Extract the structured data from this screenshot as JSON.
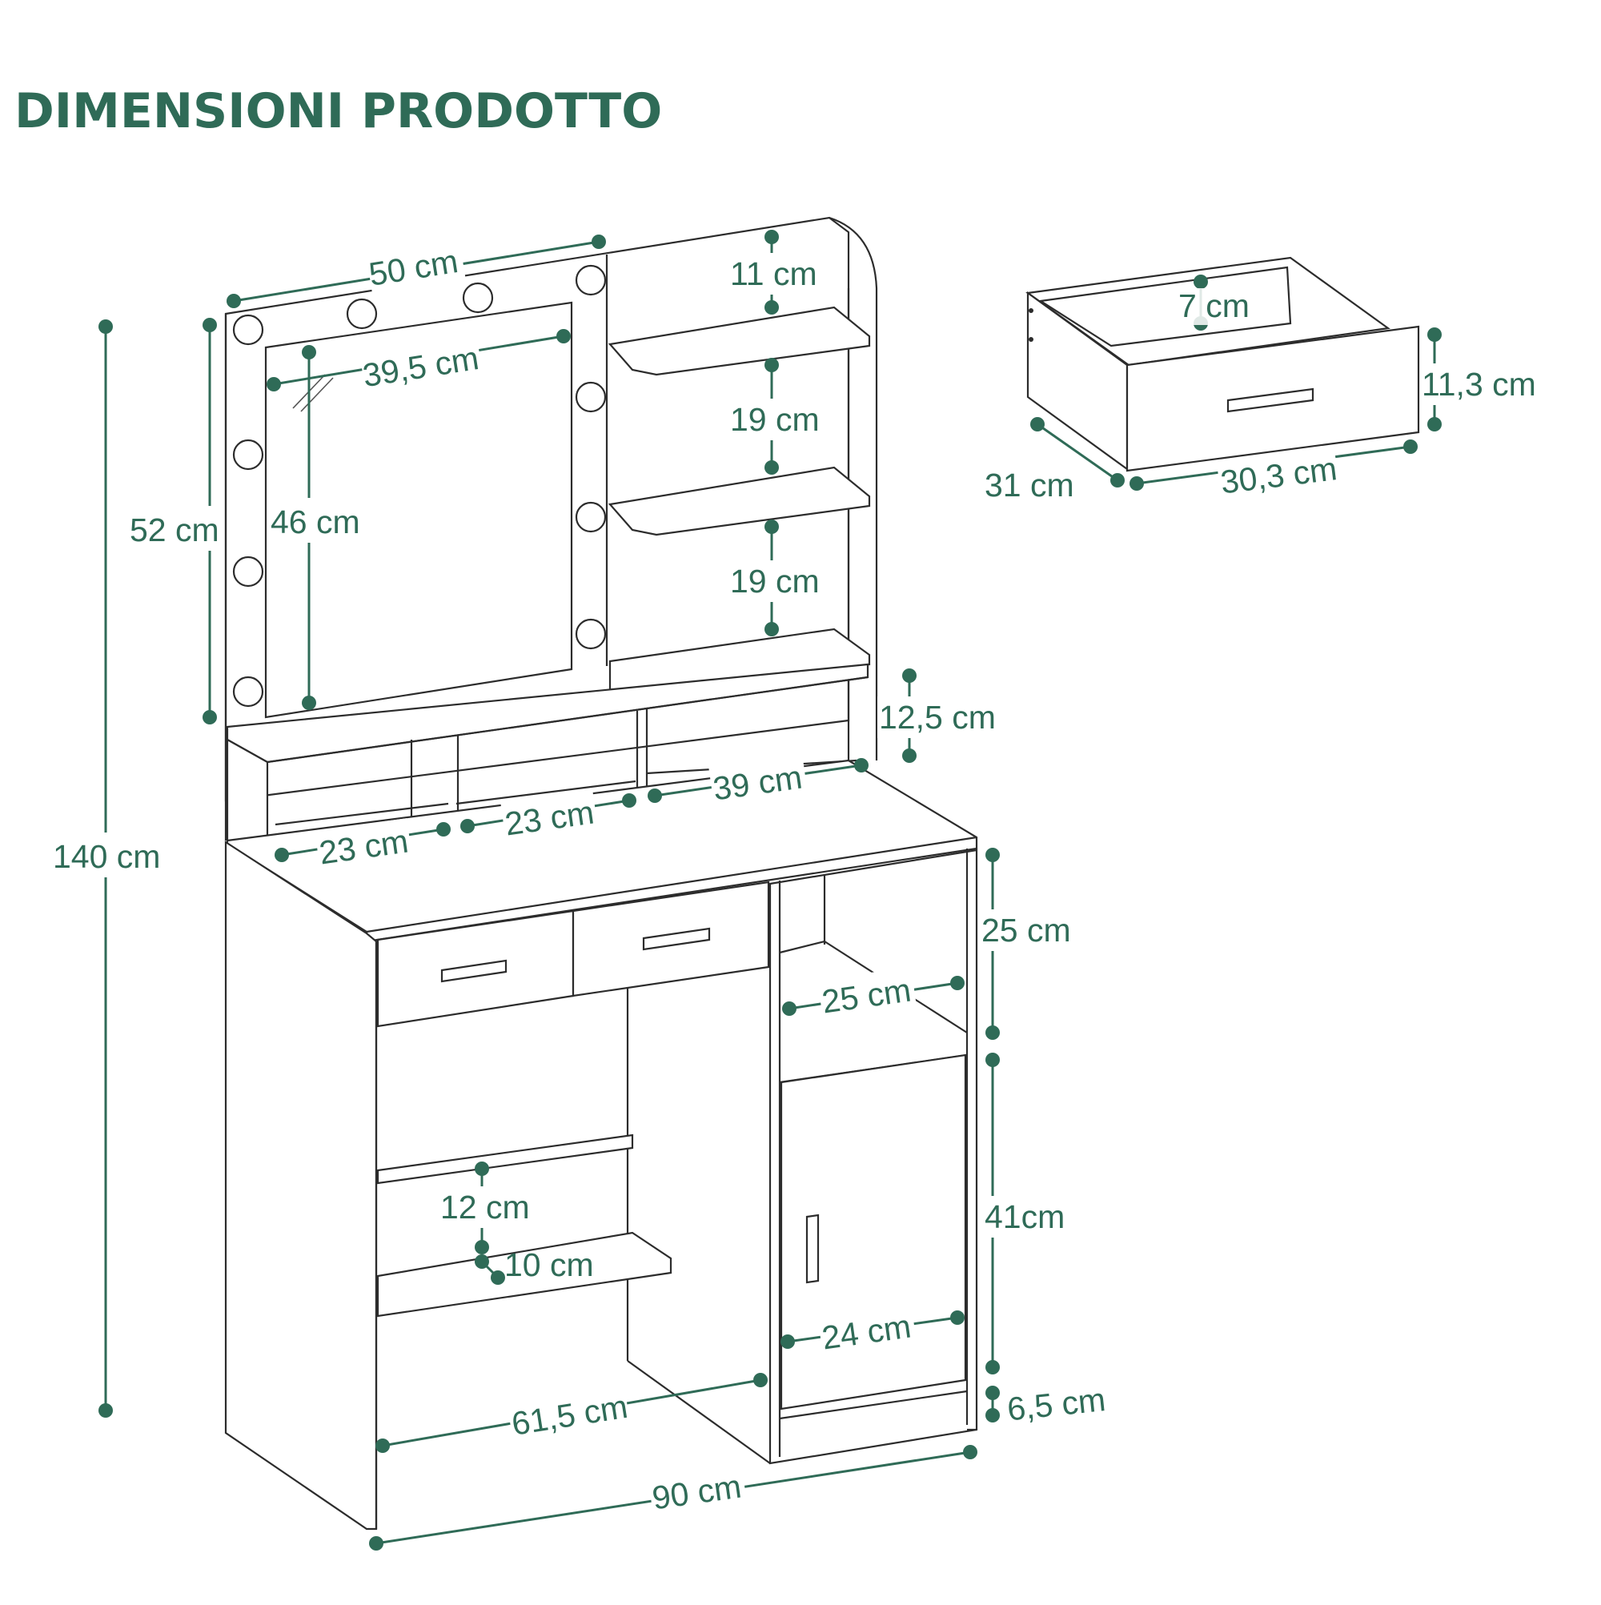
{
  "title": "DIMENSIONI PRODOTTO",
  "colors": {
    "accent": "#2f6b57",
    "outline": "#2c2c2c",
    "background": "#ffffff"
  },
  "dimensions": {
    "total_height": "140 cm",
    "upper_width": "50 cm",
    "upper_height": "52 cm",
    "mirror_width": "39,5 cm",
    "mirror_height": "46 cm",
    "top_shelf_gap": "11 cm",
    "middle_shelf_gap": "19 cm",
    "lower_shelf_gap": "19 cm",
    "cubby_height": "12,5 cm",
    "cubby_left_width": "23 cm",
    "cubby_middle_width": "23 cm",
    "cubby_right_width": "39 cm",
    "side_open_height": "25 cm",
    "side_open_width": "25 cm",
    "cabinet_height": "41cm",
    "cabinet_width": "24 cm",
    "base_height": "6,5 cm",
    "inner_shelf_height": "12 cm",
    "inner_shelf_depth": "10 cm",
    "knee_width": "61,5 cm",
    "total_width": "90 cm",
    "drawer_inner_height": "7 cm",
    "drawer_height": "11,3 cm",
    "drawer_depth": "31 cm",
    "drawer_width": "30,3 cm"
  }
}
